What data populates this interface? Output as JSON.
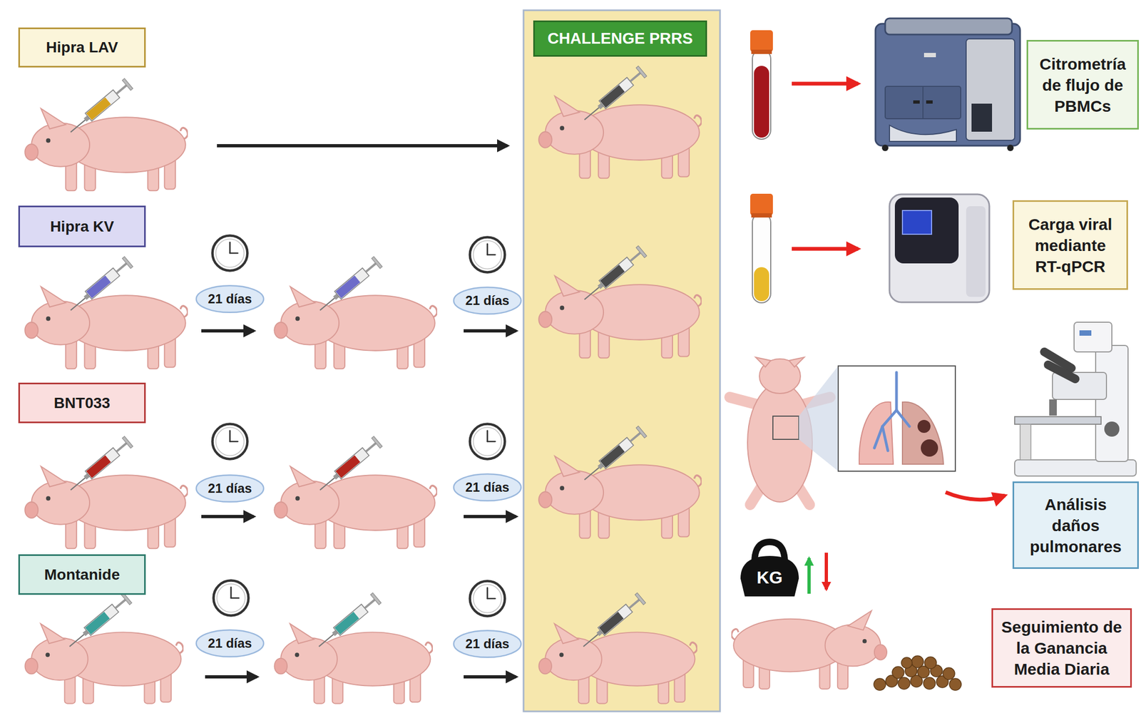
{
  "diagram": {
    "nodes": [
      {
        "text": [
          "Hipra LAV"
        ]
      },
      {
        "text": [
          "CHALLENGE PRRS"
        ]
      },
      {
        "text": [
          "Citrometría de flujo de PBMCs"
        ]
      },
      {
        "text": [
          "Hipra KV"
        ]
      },
      {
        "text": [
          "21 días"
        ]
      },
      {
        "text": [
          "21 días"
        ]
      },
      {
        "text": [
          "Carga viral mediante RT-qPCR"
        ]
      },
      {
        "text": [
          "BNT033"
        ]
      },
      {
        "text": [
          "21 días"
        ]
      },
      {
        "text": [
          "21 días"
        ]
      },
      {
        "text": [
          "Análisis daños pulmonares"
        ]
      },
      {
        "text": [
          "Montanide"
        ]
      },
      {
        "text": [
          "21 días"
        ]
      },
      {
        "text": [
          "21 días"
        ]
      },
      {
        "text": [
          "Seguimiento de la Ganancia Media Diaria"
        ]
      }
    ],
    "labels": [
      "KG"
    ]
  }
}
